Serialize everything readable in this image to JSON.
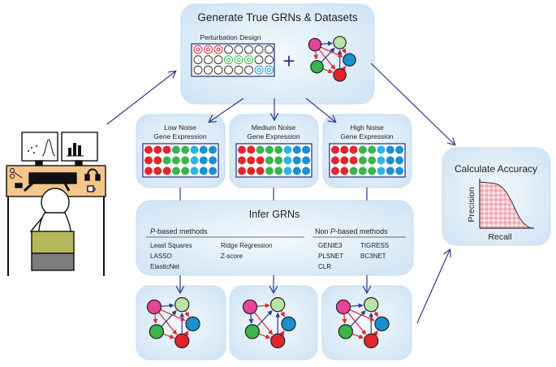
{
  "top_box": {
    "title": "Generate True GRNs & Datasets",
    "perturbation_label": "Perturbation Design",
    "plus": "+"
  },
  "noise_boxes": [
    {
      "line1": "Low Noise",
      "line2": "Gene Expression"
    },
    {
      "line1": "Medium Noise",
      "line2": "Gene Expression"
    },
    {
      "line1": "High Noise",
      "line2": "Gene Expression"
    }
  ],
  "infer_box": {
    "title": "Infer GRNs",
    "p_header_italic": "P",
    "p_header_rest": "-based methods",
    "non_p_header_pre": "Non ",
    "non_p_header_italic": "P",
    "non_p_header_rest": "-based methods",
    "p_methods": [
      "Least Squares",
      "LASSO",
      "ElasticNet",
      "Ridge Regression",
      "Z-score"
    ],
    "non_p_methods": [
      "GENIE3",
      "PLSNET",
      "CLR",
      "TIGRESS",
      "BC3NET"
    ]
  },
  "accuracy_box": {
    "title": "Calculate Accuracy",
    "ylabel": "Precision",
    "xlabel": "Recall"
  },
  "colors": {
    "panel_fill": "#dcebf7",
    "panel_stroke": "#b9d3ea",
    "arrow": "#2e3a8c",
    "red": "#e2262d",
    "green": "#39b54a",
    "blue": "#1b8fd0",
    "cyan": "#29b5e8",
    "pink": "#e5449a",
    "light_green": "#b9e3a6",
    "ring_red": "#e2262d",
    "ring_green": "#39b54a",
    "ring_blue": "#1b8fd0"
  }
}
